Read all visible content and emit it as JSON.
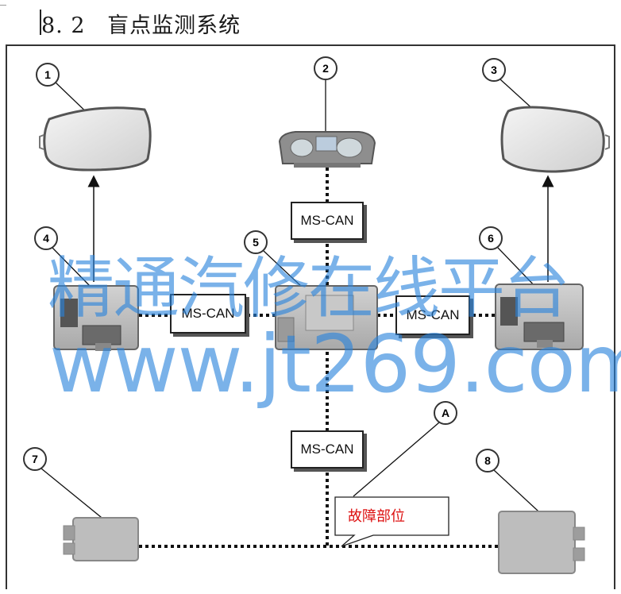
{
  "header": {
    "section_number": "8. 2",
    "title": "盲点监测系统"
  },
  "callouts": {
    "c1": "1",
    "c2": "2",
    "c3": "3",
    "c4": "4",
    "c5": "5",
    "c6": "6",
    "c7": "7",
    "c8": "8",
    "cA": "A"
  },
  "bus_labels": {
    "top": "MS-CAN",
    "left": "MS-CAN",
    "right": "MS-CAN",
    "bottom": "MS-CAN"
  },
  "fault_note": "故障部位",
  "watermark": {
    "line1": "精通汽修在线平台",
    "line2": "www.jt269.com"
  },
  "colors": {
    "watermark": "#2882dc",
    "fault_text": "#dd1111",
    "module_gray": "#b8b8b8"
  }
}
